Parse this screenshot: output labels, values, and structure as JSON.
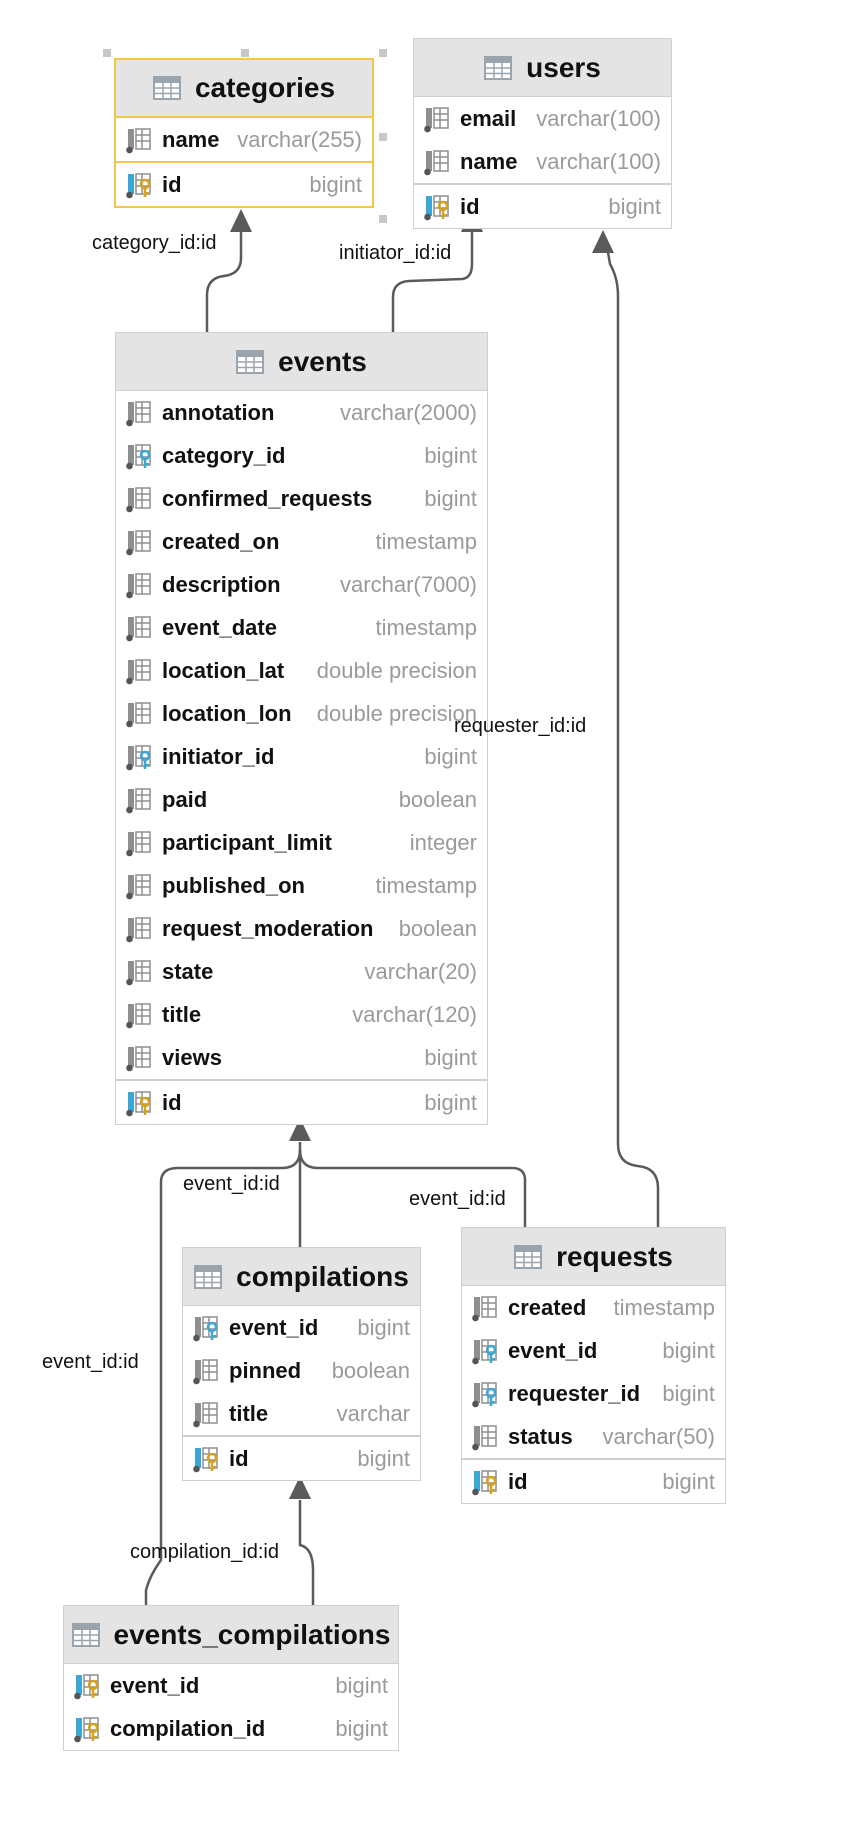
{
  "tables": {
    "categories": {
      "name": "categories",
      "columns": [
        {
          "name": "name",
          "type": "varchar(255)",
          "icon": "column-icon"
        }
      ],
      "pk": {
        "name": "id",
        "type": "bigint",
        "icon": "primary-key-icon"
      }
    },
    "users": {
      "name": "users",
      "columns": [
        {
          "name": "email",
          "type": "varchar(100)",
          "icon": "column-icon"
        },
        {
          "name": "name",
          "type": "varchar(100)",
          "icon": "column-icon"
        }
      ],
      "pk": {
        "name": "id",
        "type": "bigint",
        "icon": "primary-key-icon"
      }
    },
    "events": {
      "name": "events",
      "columns": [
        {
          "name": "annotation",
          "type": "varchar(2000)",
          "icon": "column-icon"
        },
        {
          "name": "category_id",
          "type": "bigint",
          "icon": "foreign-key-icon"
        },
        {
          "name": "confirmed_requests",
          "type": "bigint",
          "icon": "column-icon"
        },
        {
          "name": "created_on",
          "type": "timestamp",
          "icon": "column-icon"
        },
        {
          "name": "description",
          "type": "varchar(7000)",
          "icon": "column-icon"
        },
        {
          "name": "event_date",
          "type": "timestamp",
          "icon": "column-icon"
        },
        {
          "name": "location_lat",
          "type": "double precision",
          "icon": "column-icon"
        },
        {
          "name": "location_lon",
          "type": "double precision",
          "icon": "column-icon"
        },
        {
          "name": "initiator_id",
          "type": "bigint",
          "icon": "foreign-key-icon"
        },
        {
          "name": "paid",
          "type": "boolean",
          "icon": "column-icon"
        },
        {
          "name": "participant_limit",
          "type": "integer",
          "icon": "column-icon"
        },
        {
          "name": "published_on",
          "type": "timestamp",
          "icon": "column-icon"
        },
        {
          "name": "request_moderation",
          "type": "boolean",
          "icon": "column-icon"
        },
        {
          "name": "state",
          "type": "varchar(20)",
          "icon": "column-icon"
        },
        {
          "name": "title",
          "type": "varchar(120)",
          "icon": "column-icon"
        },
        {
          "name": "views",
          "type": "bigint",
          "icon": "column-icon"
        }
      ],
      "pk": {
        "name": "id",
        "type": "bigint",
        "icon": "primary-key-icon"
      }
    },
    "compilations": {
      "name": "compilations",
      "columns": [
        {
          "name": "event_id",
          "type": "bigint",
          "icon": "foreign-key-icon"
        },
        {
          "name": "pinned",
          "type": "boolean",
          "icon": "column-icon"
        },
        {
          "name": "title",
          "type": "varchar",
          "icon": "column-icon"
        }
      ],
      "pk": {
        "name": "id",
        "type": "bigint",
        "icon": "primary-key-icon"
      }
    },
    "requests": {
      "name": "requests",
      "columns": [
        {
          "name": "created",
          "type": "timestamp",
          "icon": "column-icon"
        },
        {
          "name": "event_id",
          "type": "bigint",
          "icon": "foreign-key-icon"
        },
        {
          "name": "requester_id",
          "type": "bigint",
          "icon": "foreign-key-icon"
        },
        {
          "name": "status",
          "type": "varchar(50)",
          "icon": "column-icon"
        }
      ],
      "pk": {
        "name": "id",
        "type": "bigint",
        "icon": "primary-key-icon"
      }
    },
    "events_compilations": {
      "name": "events_compilations",
      "columns": [
        {
          "name": "event_id",
          "type": "bigint",
          "icon": "primary-foreign-key-icon"
        },
        {
          "name": "compilation_id",
          "type": "bigint",
          "icon": "primary-foreign-key-icon"
        }
      ],
      "pk": null
    }
  },
  "relations": [
    {
      "from": "events",
      "to": "categories",
      "label": "category_id:id"
    },
    {
      "from": "events",
      "to": "users",
      "label": "initiator_id:id"
    },
    {
      "from": "requests",
      "to": "users",
      "label": "requester_id:id"
    },
    {
      "from": "compilations",
      "to": "events",
      "label": "event_id:id"
    },
    {
      "from": "requests",
      "to": "events",
      "label": "event_id:id"
    },
    {
      "from": "events_compilations",
      "to": "events",
      "label": "event_id:id"
    },
    {
      "from": "events_compilations",
      "to": "compilations",
      "label": "compilation_id:id"
    }
  ],
  "colors": {
    "header_bg": "#e4e4e4",
    "border": "#cfcfcf",
    "selection": "#f2c74a",
    "connector": "#5a5a5a",
    "type_text": "#9a9a9a",
    "key_gold": "#d9a21b",
    "key_blue": "#3aa7d8"
  }
}
